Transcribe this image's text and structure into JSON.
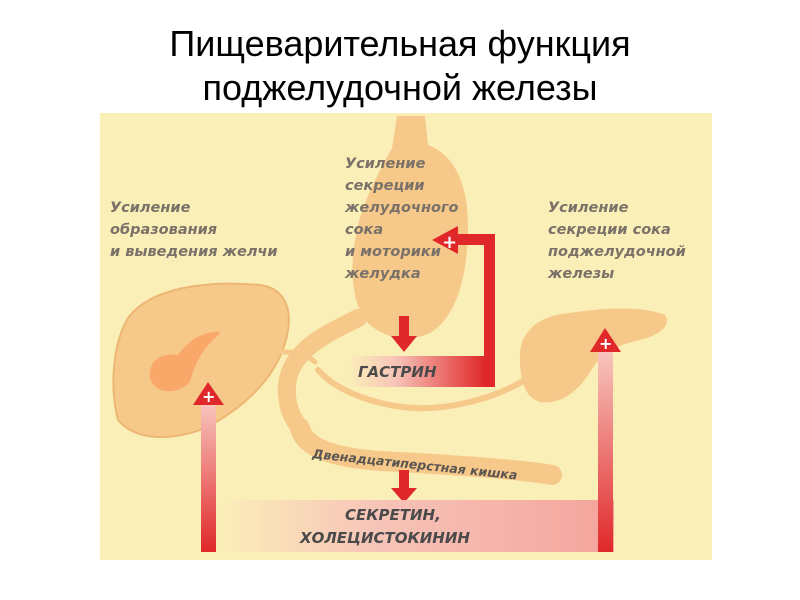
{
  "title": {
    "line1": "Пищеварительная функция",
    "line2": "поджелудочной железы"
  },
  "labels": {
    "liver": [
      "Усиление",
      "образования",
      "и выведения желчи"
    ],
    "stomach": [
      "Усиление",
      "секреции",
      "желудочного",
      "сока",
      "и моторики",
      "желудка"
    ],
    "pancreas": [
      "Усиление",
      "секреции сока",
      "поджелудочной",
      "железы"
    ],
    "gastrin": "ГАСТРИН",
    "duodenum": "Двенадцатиперстная кишка",
    "hormones": [
      "СЕКРЕТИН,",
      "ХОЛЕЦИСТОКИНИН"
    ],
    "plus_sign": "+"
  },
  "colors": {
    "background": "#fbefb8",
    "organ": "#f6c98a",
    "arrow_red": "#e0282a",
    "arrow_pink": "#f5a6a0"
  }
}
